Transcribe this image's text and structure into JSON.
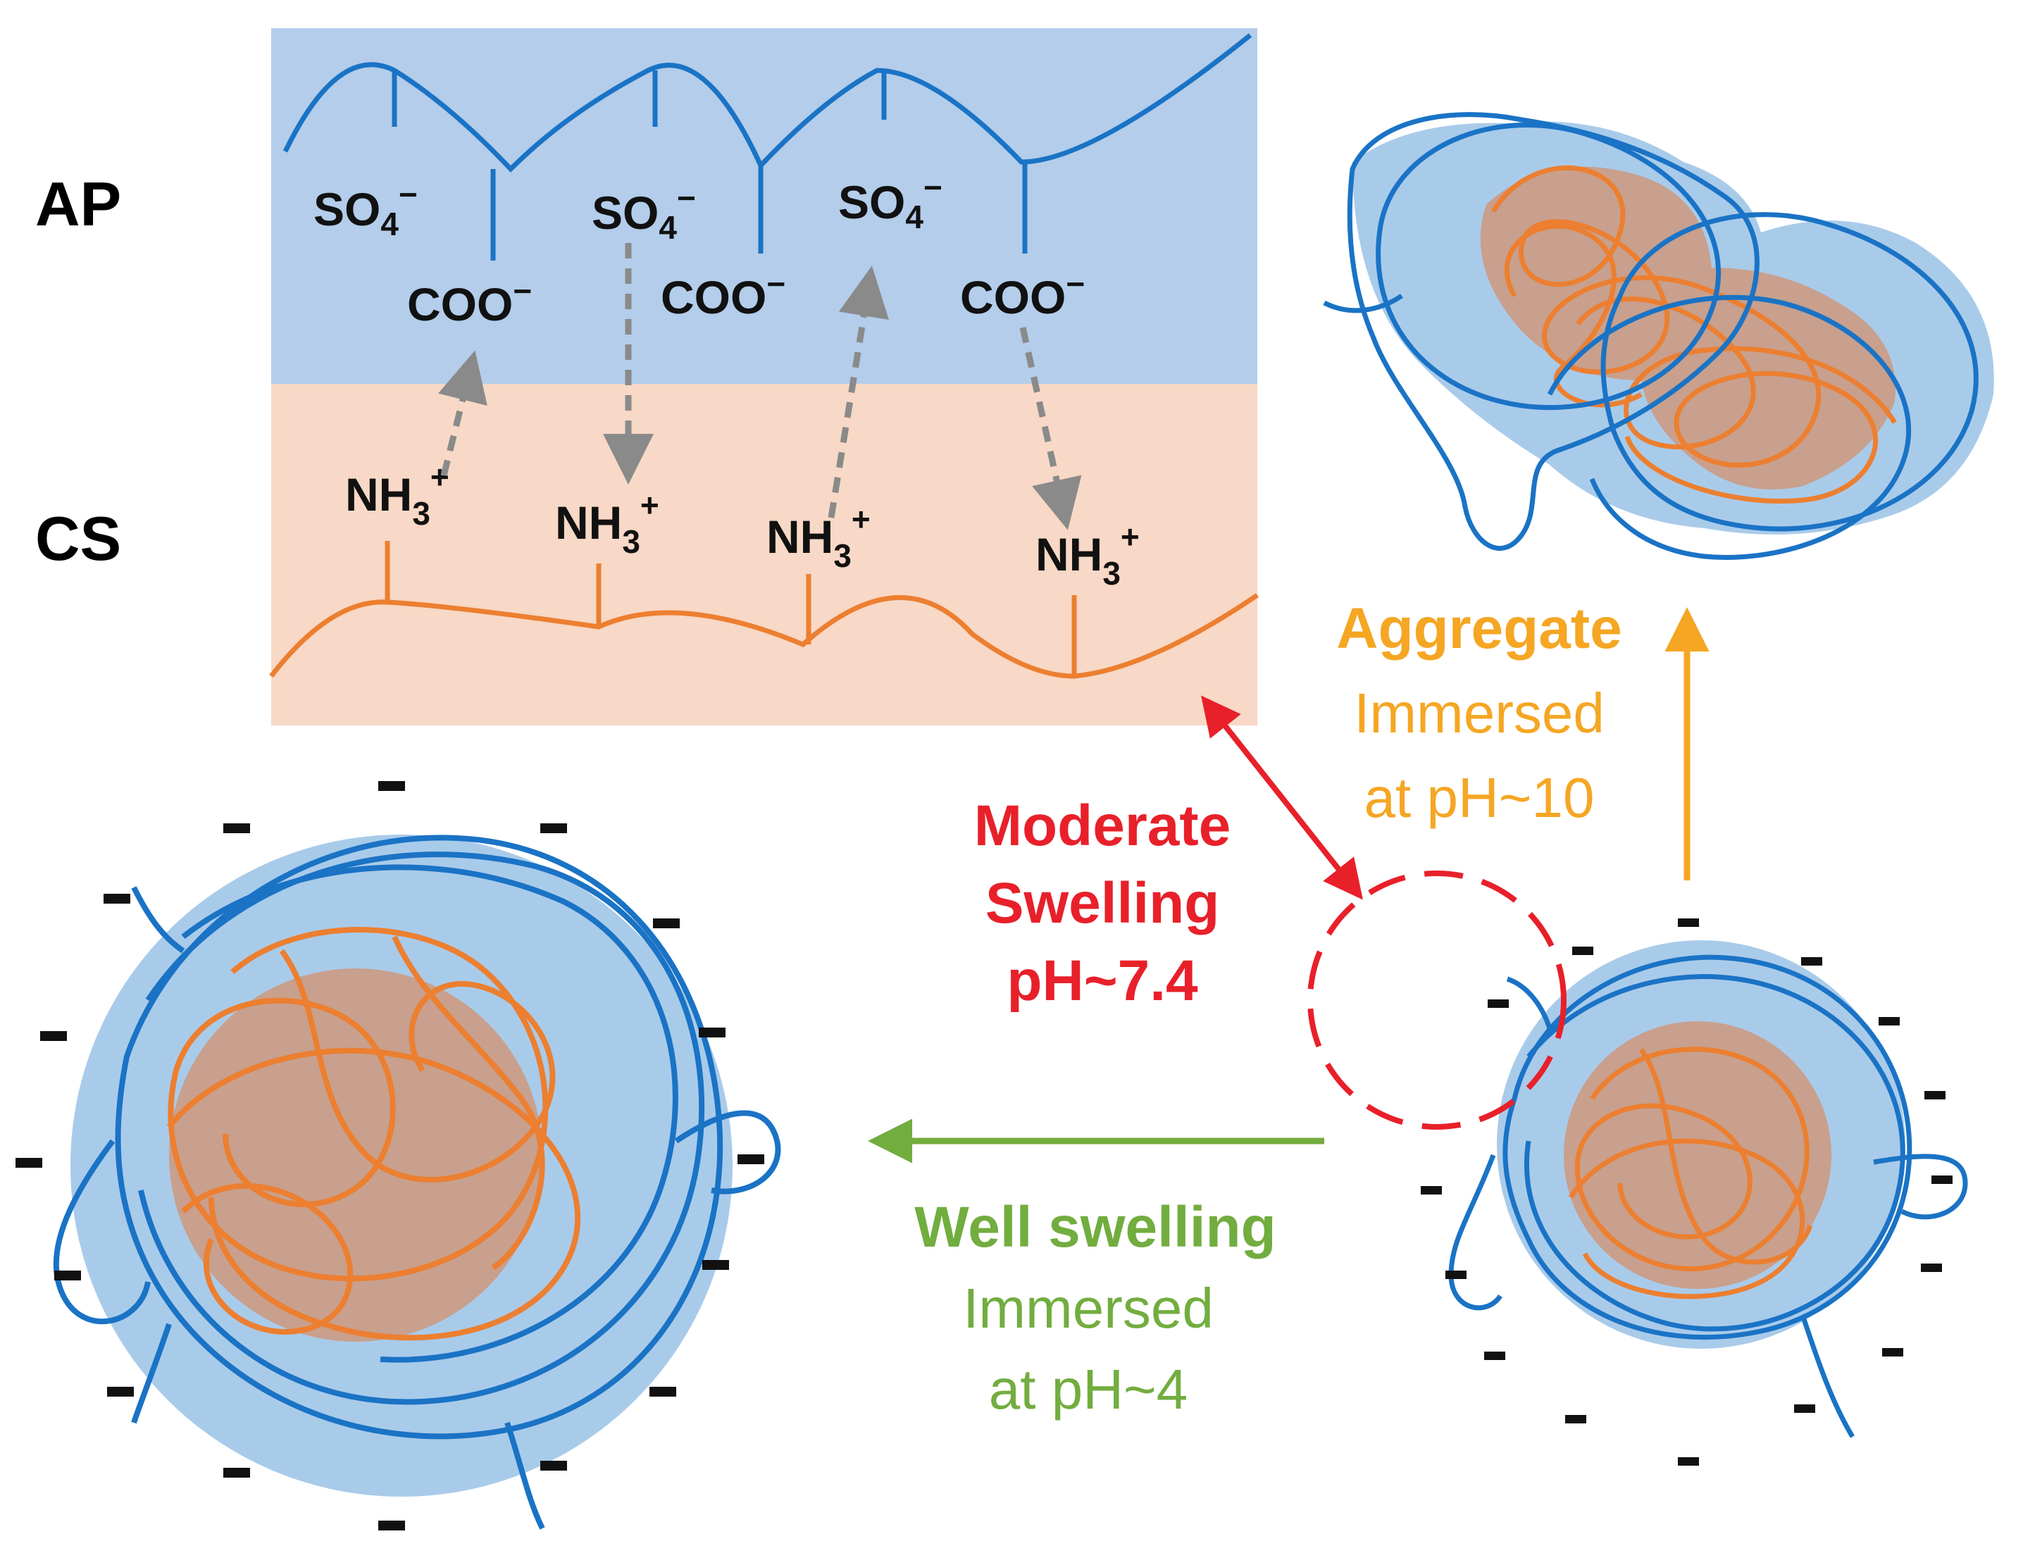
{
  "labels": {
    "ap": "AP",
    "cs": "CS"
  },
  "groups": {
    "sulfate": [
      "SO",
      "4",
      "−"
    ],
    "carboxylate": [
      "COO",
      "−"
    ],
    "ammonium": [
      "NH",
      "3",
      "+"
    ]
  },
  "conditions": {
    "moderate": {
      "line1": "Moderate",
      "line2": "Swelling",
      "line3": "pH~7.4",
      "color": "#e8202a"
    },
    "aggregate": {
      "title": "Aggregate",
      "line2": "Immersed",
      "line3": "at pH~10",
      "color": "#f5a623"
    },
    "well": {
      "title": "Well swelling",
      "line2": "Immersed",
      "line3": "at pH~4",
      "color": "#72ad3f"
    }
  },
  "colors": {
    "ap_band": "#b3cdea",
    "cs_band": "#f8d8c6",
    "ap_chain": "#1a73c5",
    "cs_chain": "#ec7f30",
    "interaction_arrow": "#8a8a8a",
    "particle_shell": "#a9cbea",
    "particle_core": "#c8a08d",
    "charge": "#111111"
  },
  "charge_symbol": "−"
}
